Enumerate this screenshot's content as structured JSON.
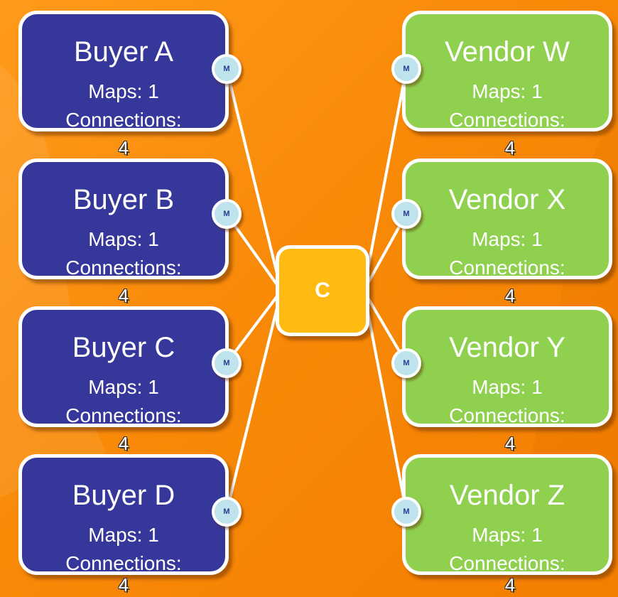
{
  "hub": {
    "label": "C",
    "color": "#ffbb12"
  },
  "colors": {
    "buyer_fill": "#36379a",
    "vendor_fill": "#8fd14f",
    "background": "#f88a08",
    "connector": "#ffffff"
  },
  "map_icon_label": "M",
  "buyers": [
    {
      "name": "Buyer A",
      "maps": "Maps: 1",
      "connections": "Connections:",
      "count": "4"
    },
    {
      "name": "Buyer B",
      "maps": "Maps: 1",
      "connections": "Connections:",
      "count": "4"
    },
    {
      "name": "Buyer C",
      "maps": "Maps: 1",
      "connections": "Connections:",
      "count": "4"
    },
    {
      "name": "Buyer D",
      "maps": "Maps: 1",
      "connections": "Connections:",
      "count": "4"
    }
  ],
  "vendors": [
    {
      "name": "Vendor W",
      "maps": "Maps: 1",
      "connections": "Connections:",
      "count": "4"
    },
    {
      "name": "Vendor X",
      "maps": "Maps: 1",
      "connections": "Connections:",
      "count": "4"
    },
    {
      "name": "Vendor Y",
      "maps": "Maps: 1",
      "connections": "Connections:",
      "count": "4"
    },
    {
      "name": "Vendor Z",
      "maps": "Maps: 1",
      "connections": "Connections:",
      "count": "4"
    }
  ]
}
